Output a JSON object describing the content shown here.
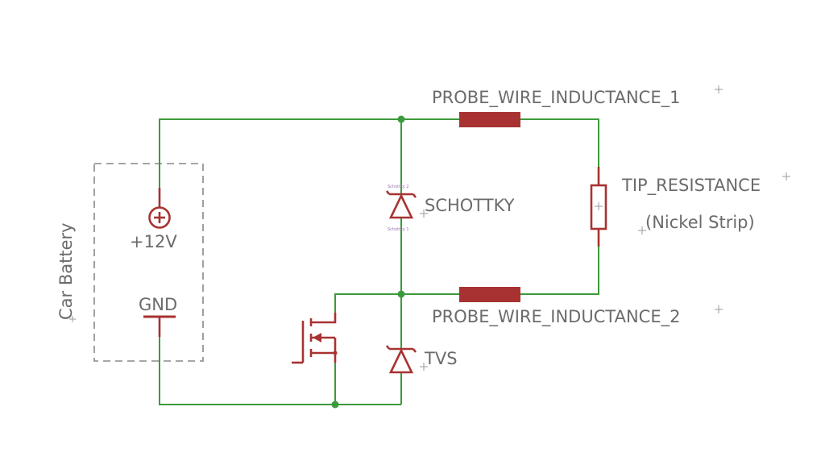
{
  "labels": {
    "battery": "Car Battery",
    "plus12v": "+12V",
    "gnd": "GND",
    "schottky": "SCHOTTKY",
    "schottky_pin_top": "Schottky 2",
    "schottky_pin_bottom": "Schottky 1",
    "tvs": "TVS",
    "inductance1": "PROBE_WIRE_INDUCTANCE_1",
    "inductance2": "PROBE_WIRE_INDUCTANCE_2",
    "tip_resistance": "TIP_RESISTANCE",
    "nickel_strip": "(Nickel Strip)"
  },
  "colors": {
    "wire": "#3c9a3c",
    "component": "#a83232",
    "text": "#6b6b6b",
    "frame": "#888888"
  },
  "icons": {
    "supply": "plus-circle-icon",
    "ground": "ground-bar-icon",
    "diode": "diode-icon",
    "mosfet": "mosfet-icon"
  }
}
